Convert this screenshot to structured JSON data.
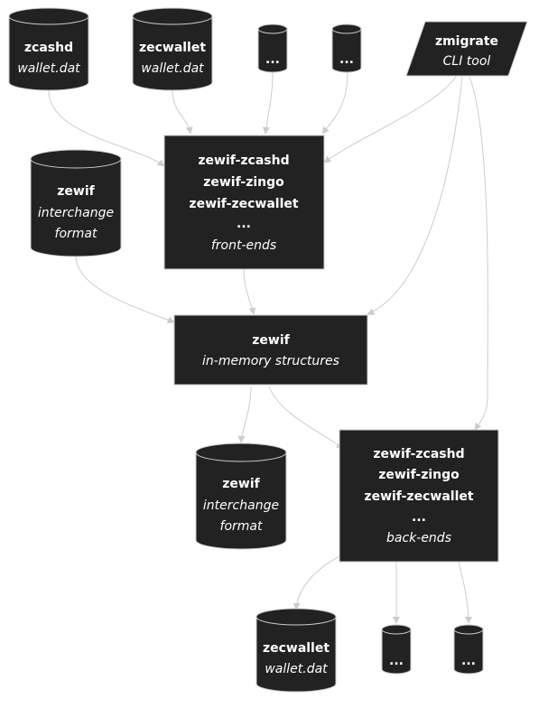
{
  "nodes": {
    "zcashd_wallet": {
      "line1": "zcashd",
      "line2": "wallet.dat"
    },
    "zecwallet_wallet": {
      "line1": "zecwallet",
      "line2": "wallet.dat"
    },
    "input_more_1": {
      "line1": "..."
    },
    "input_more_2": {
      "line1": "..."
    },
    "zmigrate": {
      "line1": "zmigrate",
      "line2": "CLI tool"
    },
    "zewif_format_in": {
      "line1": "zewif",
      "line2": "interchange",
      "line3": "format"
    },
    "front_ends": {
      "line1": "zewif-zcashd",
      "line2": "zewif-zingo",
      "line3": "zewif-zecwallet",
      "line4": "...",
      "line5": "front-ends"
    },
    "zewif_core": {
      "line1": "zewif",
      "line2": "in-memory structures"
    },
    "zewif_format_out": {
      "line1": "zewif",
      "line2": "interchange",
      "line3": "format"
    },
    "back_ends": {
      "line1": "zewif-zcashd",
      "line2": "zewif-zingo",
      "line3": "zewif-zecwallet",
      "line4": "...",
      "line5": "back-ends"
    },
    "zecwallet_out": {
      "line1": "zecwallet",
      "line2": "wallet.dat"
    },
    "output_more_1": {
      "line1": "..."
    },
    "output_more_2": {
      "line1": "..."
    }
  }
}
